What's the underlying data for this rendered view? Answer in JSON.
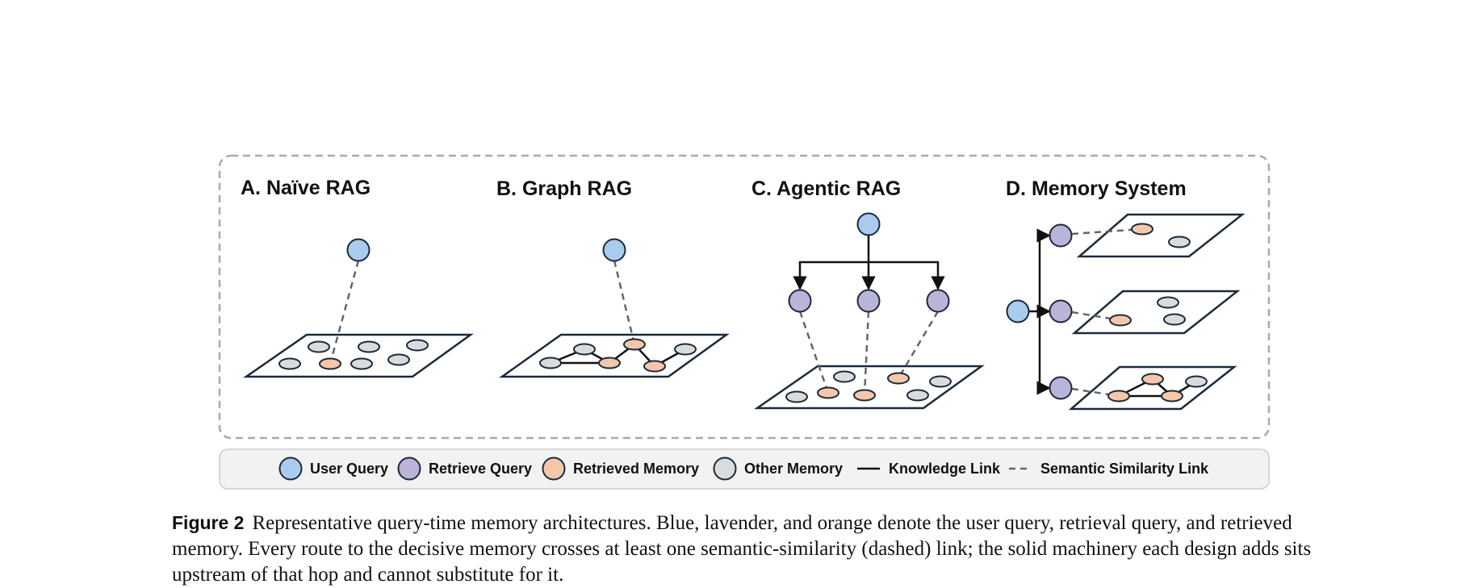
{
  "colors": {
    "user_query": "#a9cbee",
    "retrieve_query": "#b9b4d8",
    "retrieved_memory": "#f5c7aa",
    "other_memory": "#d9dcdd",
    "stroke": "#1c2a3a",
    "dashed": "#666666",
    "frame": "#aaaaaa",
    "legend_bg": "#f2f2f2"
  },
  "panels": {
    "a": {
      "title": "A. Naïve RAG"
    },
    "b": {
      "title": "B. Graph RAG"
    },
    "c": {
      "title": "C. Agentic RAG"
    },
    "d": {
      "title": "D. Memory System"
    }
  },
  "legend": {
    "user_query": "User Query",
    "retrieve_query": "Retrieve Query",
    "retrieved_memory": "Retrieved Memory",
    "other_memory": "Other Memory",
    "knowledge_link": "Knowledge Link",
    "semantic_link": "Semantic Similarity Link"
  },
  "caption": {
    "label": "Figure 2",
    "text": "Representative query-time memory architectures. Blue, lavender, and orange denote the user query, retrieval query, and retrieved memory. Every route to the decisive memory crosses at least one semantic-similarity (dashed) link; the solid machinery each design adds sits upstream of that hop and cannot substitute for it."
  }
}
